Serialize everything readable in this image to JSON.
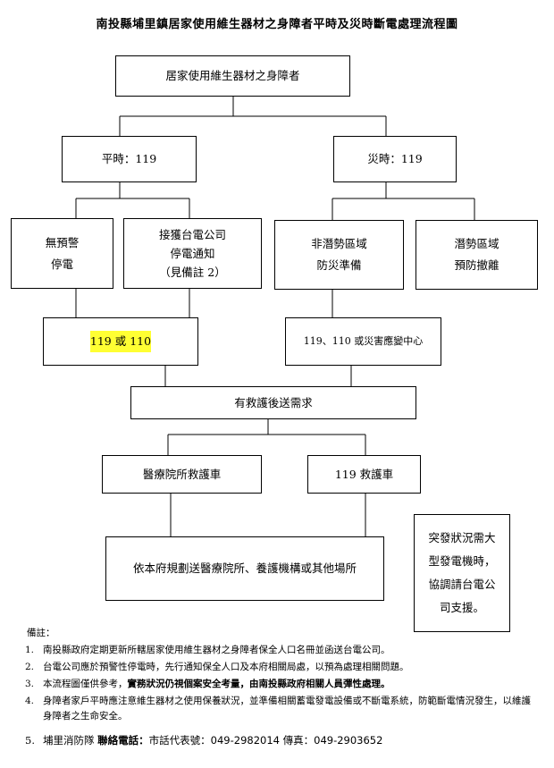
{
  "title": "南投縣埔里鎮居家使用維生器材之身障者平時及災時斷電處理流程圖",
  "flow": {
    "root": "居家使用維生器材之身障者",
    "normal": "平時：119",
    "disaster": "災時：119",
    "no_warning": [
      "無預警",
      "停電"
    ],
    "notified": [
      "接獲台電公司",
      "停電通知",
      "（見備註 2）"
    ],
    "non_risk": [
      "非潛勢區域",
      "防災準備"
    ],
    "risk": [
      "潛勢區域",
      "預防撤離"
    ],
    "call_119": "119 或 110",
    "call_center": "119、110 或災害應變中心",
    "need_rescue": "有救護後送需求",
    "hospital_ambulance": "醫療院所救護車",
    "ambulance_119": "119 救護車",
    "transport": "依本府規劃送醫療院所、養護機構或其他場所",
    "side_note": "突發狀況需大型發電機時，協調請台電公司支援。"
  },
  "notes": {
    "heading": "備註：",
    "items": [
      {
        "num": "1.",
        "text": "南投縣政府定期更新所轄居家使用維生器材之身障者保全人口名冊並函送台電公司。"
      },
      {
        "num": "2.",
        "text": "台電公司應於預警性停電時，先行通知保全人口及本府相關局處，以預為處理相關問題。"
      },
      {
        "num": "3.",
        "text_plain": "本流程圖僅供參考，",
        "text_bold": "實務狀況仍視個案安全考量，由南投縣政府相關人員彈性處理。"
      },
      {
        "num": "4.",
        "text": "身障者家戶平時應注意維生器材之使用保養狀況，並準備相關蓄電發電設備或不斷電系統，防範斷電情況發生，以維護身障者之生命安全。"
      },
      {
        "num": "5.",
        "text_plain": "埔里消防隊 ",
        "text_bold": "聯絡電話：",
        "text_sans": "市話代表號：049-2982014 傳真：049-2903652"
      }
    ]
  }
}
